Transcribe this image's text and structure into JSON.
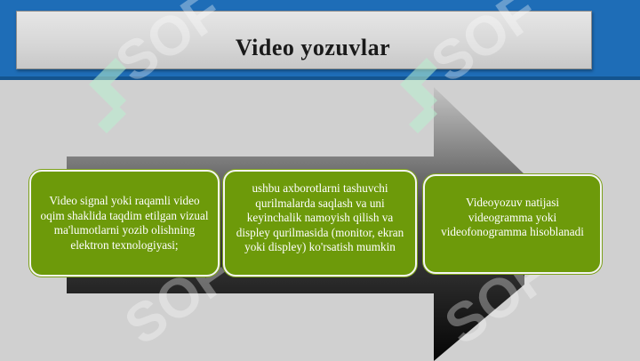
{
  "title": "Video yozuvlar",
  "steps": [
    {
      "text": "Video signal yoki raqamli video oqim shaklida taqdim etilgan vizual ma'lumotlarni yozib olishning elektron texnologiyasi;"
    },
    {
      "text": "ushbu axborotlarni tashuvchi qurilmalarda saqlash va uni keyinchalik namoyish qilish va displey qurilmasida (monitor, ekran yoki displey) ko'rsatish mumkin"
    },
    {
      "text": "Videoyozuv natijasi videogramma yoki videofonogramma hisoblanadi"
    }
  ],
  "watermark": {
    "text": "SOFT",
    "icon": "soft-logo-icon"
  },
  "colors": {
    "header_band": "#1e6db7",
    "background": "#d0d0d0",
    "box_fill": "#6d9a0a",
    "arrow_dark": "#111111",
    "arrow_light": "#bdbdbd"
  }
}
